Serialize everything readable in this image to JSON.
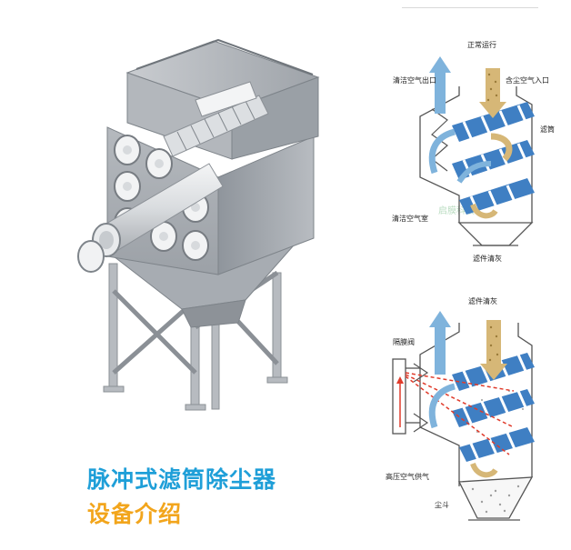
{
  "title": {
    "line1": "脉冲式滤筒除尘器",
    "line2": "设备介绍"
  },
  "colors": {
    "title1": "#1f9fd8",
    "title2": "#f2a51c",
    "clean_air": "#7fb3dc",
    "dust_air": "#d6b777",
    "filter": "#3f7fc3",
    "pulse": "#e03b2b"
  },
  "diagram_top": {
    "heading": "正常运行",
    "clean_outlet": "清洁空气出口",
    "dusty_inlet": "含尘空气入口",
    "filter": "滤筒",
    "clean_chamber": "清洁空气室",
    "filter_cleaning": "滤件清灰"
  },
  "diagram_bottom": {
    "heading": "滤件清灰",
    "diaphragm_valve": "隔膜阀",
    "hp_air": "高压空气供气",
    "hopper": "尘斗"
  },
  "watermark": "启膜科技",
  "icons": [
    "dust-collector-illustration",
    "airflow-arrow-icon",
    "filter-cartridge-icon",
    "pulse-valve-icon"
  ]
}
